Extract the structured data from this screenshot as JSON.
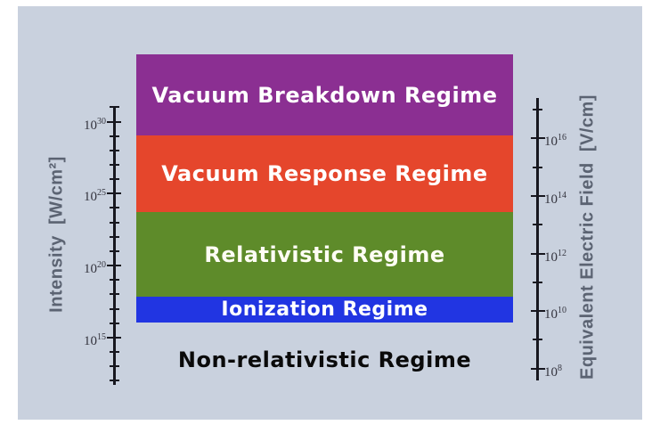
{
  "figure": {
    "background_color": "#ffffff",
    "panel_color": "#c9d1de",
    "axis_color": "#17171f",
    "tick_label_color": "#34343e",
    "axis_title_color": "#5b6372"
  },
  "chart_data": {
    "type": "bar",
    "subtype": "stacked-horizontal-regime-bands",
    "title": "",
    "bands": [
      {
        "label": "Vacuum Breakdown Regime",
        "color": "#8b2f92",
        "text_color": "#ffffff",
        "intensity_range_W_per_cm2_exponents": [
          29,
          31
        ]
      },
      {
        "label": "Vacuum Response Regime",
        "color": "#e5462c",
        "text_color": "#ffffff",
        "intensity_range_W_per_cm2_exponents": [
          24,
          29
        ]
      },
      {
        "label": "Relativistic Regime",
        "color": "#5e8b2a",
        "text_color": "#fffdf4",
        "intensity_range_W_per_cm2_exponents": [
          18,
          24
        ]
      },
      {
        "label": "Ionization Regime",
        "color": "#2135e2",
        "text_color": "#ffffff",
        "intensity_range_W_per_cm2_exponents": [
          16,
          18
        ]
      },
      {
        "label": "Non-relativistic Regime",
        "color": "transparent",
        "text_color": "#0a0a0a",
        "intensity_range_W_per_cm2_exponents": [
          12,
          16
        ]
      }
    ],
    "left_axis": {
      "title": "Intensity  [W/cm²]",
      "scale": "log",
      "base": 10,
      "labeled_tick_exponents": [
        30,
        25,
        20,
        15
      ],
      "minor_ticks_per_decade": 1
    },
    "right_axis": {
      "title": "Equivalent Electric Field  [V/cm]",
      "scale": "log",
      "base": 10,
      "labeled_tick_exponents": [
        16,
        14,
        12,
        10,
        8
      ],
      "minor_ticks_per_decade": 1
    }
  }
}
